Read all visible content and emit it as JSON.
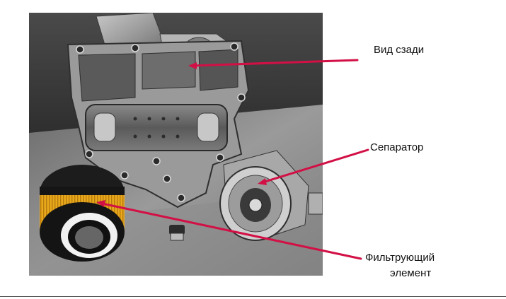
{
  "slide": {
    "labels": {
      "rear_view": "Вид сзади",
      "separator": "Сепаратор",
      "filter_line1": "Фильтрующий",
      "filter_line2": "элемент"
    }
  },
  "colors": {
    "arrow": "#d21045",
    "background": "#ffffff",
    "filter_yellow": "#e8a81c"
  }
}
